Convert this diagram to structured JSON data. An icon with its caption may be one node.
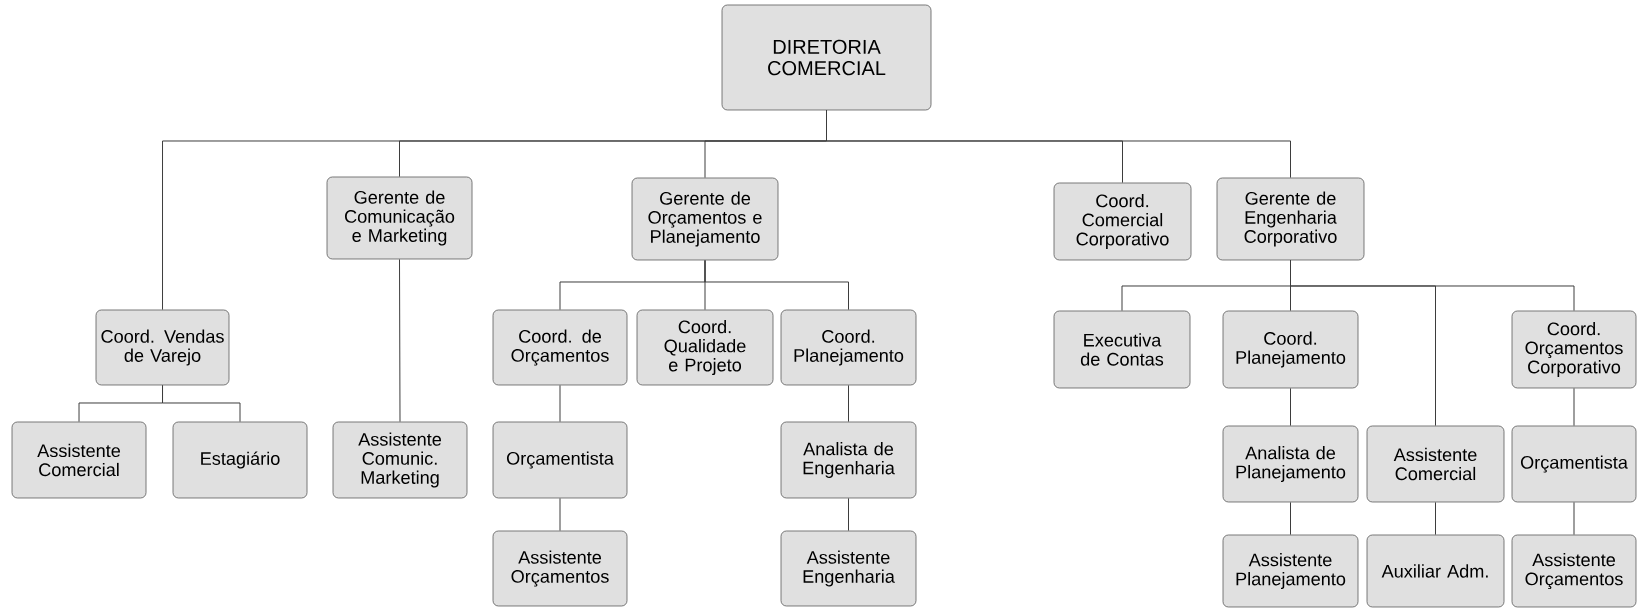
{
  "diagram": {
    "nodes": [
      {
        "text": [
          "DIRETORIA COMERCIAL"
        ]
      },
      {
        "text": [
          "Gerente de Comunicação e Marketing"
        ]
      },
      {
        "text": [
          "Gerente de Orçamentos e Planejamento"
        ]
      },
      {
        "text": [
          "Coord. Comercial Corporativo"
        ]
      },
      {
        "text": [
          "Gerente de Engenharia Corporativo"
        ]
      },
      {
        "text": [
          "Coord. Vendas de Varejo"
        ]
      },
      {
        "text": [
          "Coord. de Orçamentos"
        ]
      },
      {
        "text": [
          "Coord. Qualidade e Projeto"
        ]
      },
      {
        "text": [
          "Coord. Planejamento"
        ]
      },
      {
        "text": [
          "Executiva de Contas"
        ]
      },
      {
        "text": [
          "Coord. Planejamento"
        ]
      },
      {
        "text": [
          "Coord. Orçamentos Corporativo"
        ]
      },
      {
        "text": [
          "Assistente Comercial"
        ]
      },
      {
        "text": [
          "Estagiário"
        ]
      },
      {
        "text": [
          "Assistente Comunic. Marketing"
        ]
      },
      {
        "text": [
          "Orçamentista"
        ]
      },
      {
        "text": [
          "Analista de Engenharia"
        ]
      },
      {
        "text": [
          "Analista de Planejamento"
        ]
      },
      {
        "text": [
          "Assistente Comercial"
        ]
      },
      {
        "text": [
          "Orçamentista"
        ]
      },
      {
        "text": [
          "Assistente Orçamentos"
        ]
      },
      {
        "text": [
          "Assistente Engenharia"
        ]
      },
      {
        "text": [
          "Assistente Planejamento"
        ]
      },
      {
        "text": [
          "Auxiliar Adm."
        ]
      },
      {
        "text": [
          "Assistente Orçamentos"
        ]
      }
    ],
    "edges": [
      {
        "from": 0,
        "to": 5,
        "arrow": "none"
      },
      {
        "from": 0,
        "to": 1,
        "arrow": "none"
      },
      {
        "from": 0,
        "to": 2,
        "arrow": "none"
      },
      {
        "from": 0,
        "to": 3,
        "arrow": "none"
      },
      {
        "from": 0,
        "to": 4,
        "arrow": "none"
      },
      {
        "from": 5,
        "to": 12,
        "arrow": "none"
      },
      {
        "from": 5,
        "to": 13,
        "arrow": "none"
      },
      {
        "from": 1,
        "to": 14,
        "arrow": "none"
      },
      {
        "from": 2,
        "to": 6,
        "arrow": "none"
      },
      {
        "from": 2,
        "to": 7,
        "arrow": "none"
      },
      {
        "from": 2,
        "to": 8,
        "arrow": "none"
      },
      {
        "from": 6,
        "to": 15,
        "arrow": "none"
      },
      {
        "from": 15,
        "to": 20,
        "arrow": "none"
      },
      {
        "from": 8,
        "to": 16,
        "arrow": "none"
      },
      {
        "from": 16,
        "to": 21,
        "arrow": "none"
      },
      {
        "from": 4,
        "to": 9,
        "arrow": "none"
      },
      {
        "from": 4,
        "to": 10,
        "arrow": "none"
      },
      {
        "from": 4,
        "to": 18,
        "arrow": "none"
      },
      {
        "from": 4,
        "to": 11,
        "arrow": "none"
      },
      {
        "from": 10,
        "to": 17,
        "arrow": "none"
      },
      {
        "from": 17,
        "to": 22,
        "arrow": "none"
      },
      {
        "from": 18,
        "to": 23,
        "arrow": "none"
      },
      {
        "from": 11,
        "to": 19,
        "arrow": "none"
      },
      {
        "from": 19,
        "to": 24,
        "arrow": "none"
      }
    ]
  }
}
